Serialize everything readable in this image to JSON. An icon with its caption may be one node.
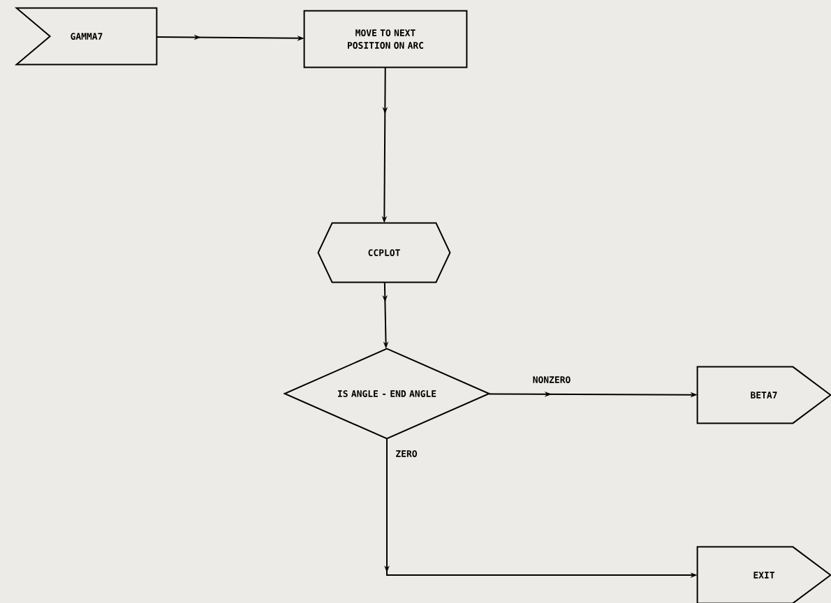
{
  "diagram": {
    "nodes": [
      {
        "text": [
          "GAMMA7"
        ]
      },
      {
        "text": [
          "MOVE TO NEXT POSITION ON ARC"
        ]
      },
      {
        "text": [
          "CCPLOT"
        ]
      },
      {
        "text": [
          "IS ANGLE - END ANGLE"
        ]
      },
      {
        "text": [
          "BETA7"
        ]
      },
      {
        "text": [
          "EXIT"
        ]
      }
    ],
    "edges": [
      {
        "from": 0,
        "to": 1,
        "arrow": "to"
      },
      {
        "from": 1,
        "to": 2,
        "arrow": "to"
      },
      {
        "from": 2,
        "to": 3,
        "arrow": "to"
      },
      {
        "from": 3,
        "to": 4,
        "arrow": "to",
        "label": "NONZERO"
      },
      {
        "from": 3,
        "to": 5,
        "arrow": "to",
        "label": "ZERO"
      }
    ]
  }
}
